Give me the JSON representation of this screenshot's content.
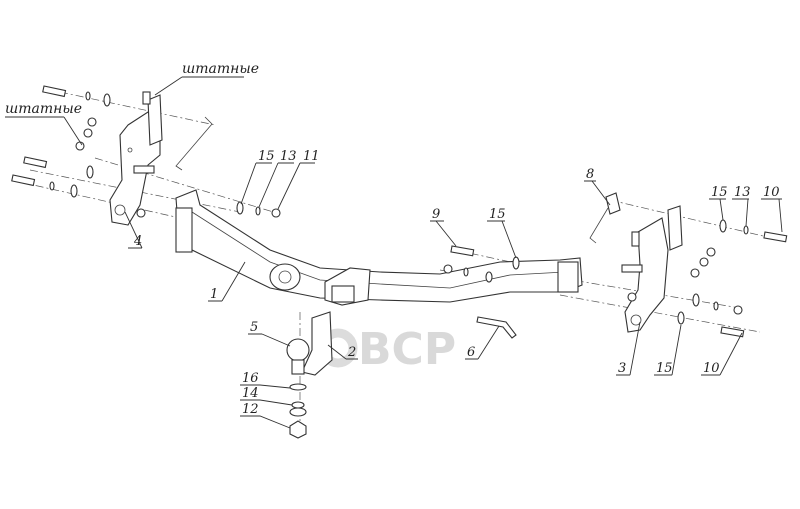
{
  "diagram": {
    "annotations": {
      "stock_top": "штатные",
      "stock_left": "штатные"
    },
    "callouts": {
      "c1": "1",
      "c2": "2",
      "c3": "3",
      "c4": "4",
      "c5": "5",
      "c6": "6",
      "c8": "8",
      "c9": "9",
      "c10a": "10",
      "c10b": "10",
      "c11": "11",
      "c12": "12",
      "c13a": "13",
      "c13b": "13",
      "c14": "14",
      "c15a": "15",
      "c15b": "15",
      "c15c": "15",
      "c15d": "15",
      "c16": "16"
    },
    "watermark": "abcp"
  }
}
